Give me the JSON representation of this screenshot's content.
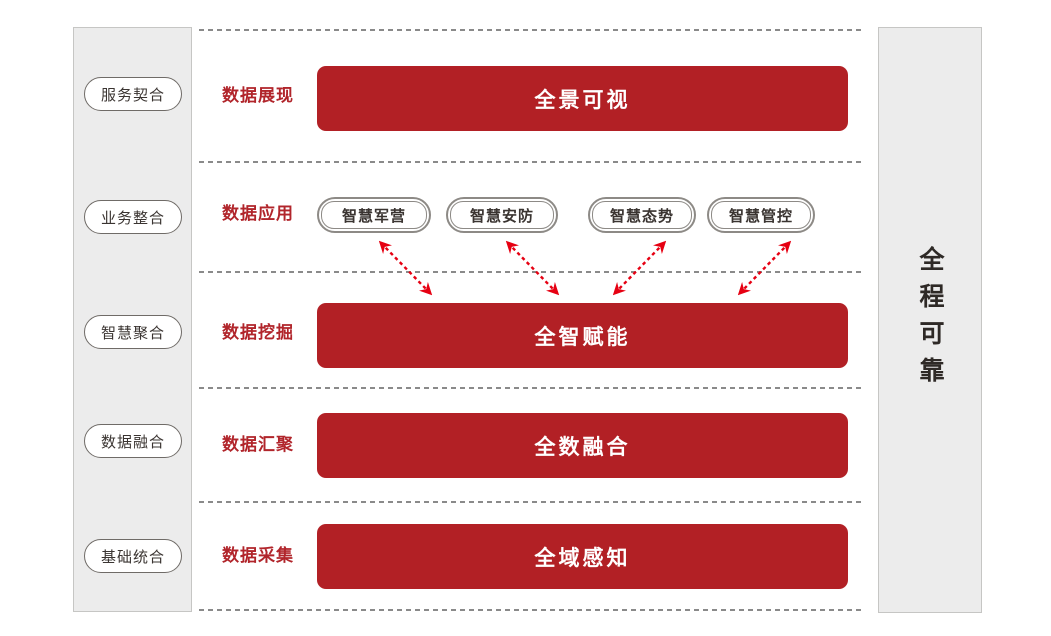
{
  "left_panel": {
    "items": [
      "服务契合",
      "业务整合",
      "智慧聚合",
      "数据融合",
      "基础统合"
    ]
  },
  "right_panel": {
    "label": "全程可靠"
  },
  "layers": [
    {
      "stage_label": "数据展现",
      "kind": "bar",
      "block": "全景可视"
    },
    {
      "stage_label": "数据应用",
      "kind": "pills",
      "apps": [
        "智慧军营",
        "智慧安防",
        "智慧态势",
        "智慧管控"
      ]
    },
    {
      "stage_label": "数据挖掘",
      "kind": "bar",
      "block": "全智赋能"
    },
    {
      "stage_label": "数据汇聚",
      "kind": "bar",
      "block": "全数融合"
    },
    {
      "stage_label": "数据采集",
      "kind": "bar",
      "block": "全域感知"
    }
  ],
  "connectors": {
    "type": "double-headed-dashed-arrow",
    "count": 4,
    "color": "#e60012",
    "links": [
      "智慧军营-全智赋能",
      "智慧安防-全智赋能",
      "智慧态势-全智赋能",
      "智慧管控-全智赋能"
    ]
  },
  "colors": {
    "bar": "#b22025",
    "stage_label": "#b1252b",
    "arrow": "#e60012",
    "panel_bg": "#ececec",
    "dashed_line": "#8a8a8a"
  }
}
